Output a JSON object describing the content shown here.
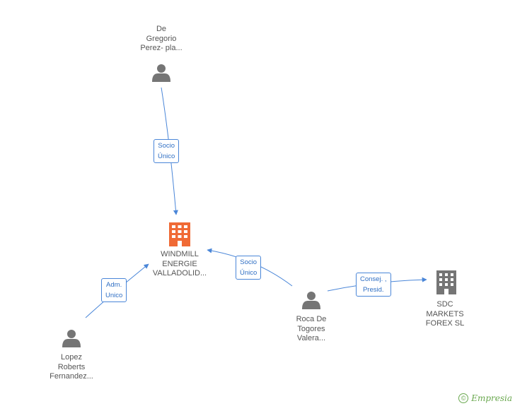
{
  "nodes": {
    "de_gregorio": {
      "lines": [
        "De",
        "Gregorio",
        "Perez- pla..."
      ],
      "type": "person"
    },
    "windmill": {
      "lines": [
        "WINDMILL",
        "ENERGIE",
        "VALLADOLID..."
      ],
      "type": "company-main"
    },
    "lopez": {
      "lines": [
        "Lopez",
        "Roberts",
        "Fernandez..."
      ],
      "type": "person"
    },
    "roca": {
      "lines": [
        "Roca De",
        "Togores",
        "Valera..."
      ],
      "type": "person"
    },
    "sdc": {
      "lines": [
        "SDC",
        "MARKETS",
        "FOREX SL"
      ],
      "type": "company"
    }
  },
  "edges": {
    "socio_unico_1": {
      "lines": [
        "Socio",
        "Único"
      ]
    },
    "socio_unico_2": {
      "lines": [
        "Socio",
        "Único"
      ]
    },
    "adm_unico": {
      "lines": [
        "Adm.",
        "Unico"
      ]
    },
    "consej_presid": {
      "lines": [
        "Consej. ,",
        "Presid."
      ]
    }
  },
  "footer": {
    "copyright_symbol": "©",
    "brand": "Empresia"
  },
  "colors": {
    "edge": "#4a86d8",
    "person": "#757575",
    "company_main": "#f06a35",
    "company": "#757575"
  }
}
